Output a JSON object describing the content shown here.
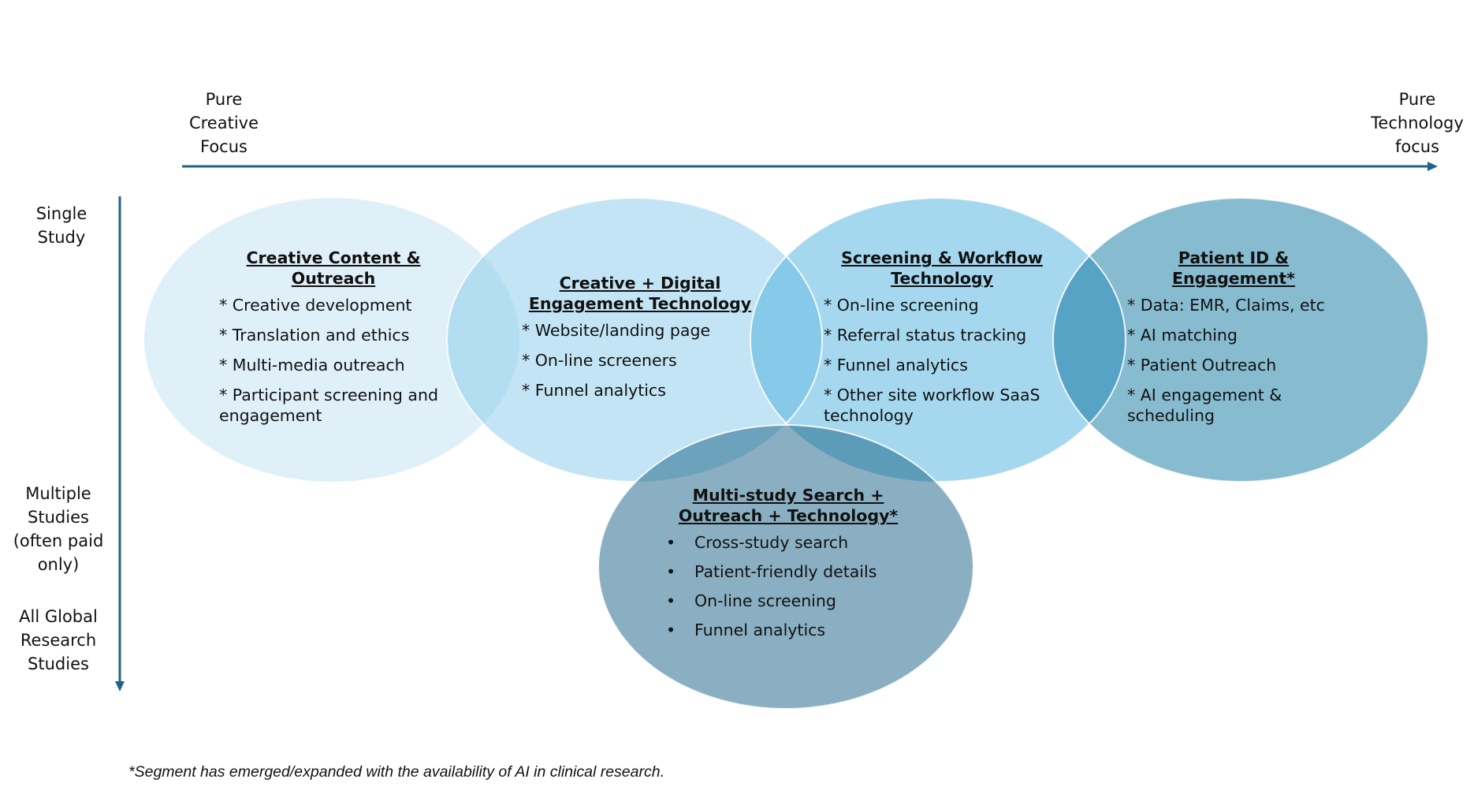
{
  "axes": {
    "horizontal": {
      "left_label": "Pure\nCreative\nFocus",
      "right_label": "Pure\nTechnology\nfocus",
      "color": "#1f6389"
    },
    "vertical": {
      "top_label": "Single\nStudy",
      "middle_label": "Multiple\nStudies\n(often paid\nonly)",
      "bottom_label": "All Global\nResearch\nStudies",
      "color": "#1f6389"
    }
  },
  "segments": [
    {
      "title": "Creative Content & Outreach",
      "title_lines": [
        "Creative Content &",
        "Outreach"
      ],
      "bullet": "*",
      "items": [
        "Creative development",
        "Translation and ethics",
        "Multi-media outreach",
        "Participant screening and engagement"
      ],
      "fill": "#dff0f9"
    },
    {
      "title": "Creative + Digital Engagement Technology",
      "title_lines": [
        "Creative + Digital",
        "Engagement Technology"
      ],
      "bullet": "*",
      "items": [
        "Website/landing page",
        "On-line screeners",
        "Funnel analytics"
      ],
      "fill": "#c2e4f4"
    },
    {
      "title": "Screening & Workflow Technology",
      "title_lines": [
        "Screening & Workflow",
        "Technology"
      ],
      "bullet": "*",
      "items": [
        "On-line screening",
        "Referral status tracking",
        "Funnel analytics",
        "Other site workflow SaaS technology"
      ],
      "fill": "#a5d8ef"
    },
    {
      "title": "Patient ID & Engagement*",
      "title_lines": [
        "Patient ID &",
        "Engagement*"
      ],
      "bullet": "*",
      "items": [
        "Data: EMR, Claims, etc",
        "AI matching",
        "Patient Outreach",
        "AI engagement & scheduling"
      ],
      "fill": "#87bbd0"
    },
    {
      "title": "Multi-study Search + Outreach + Technology*",
      "title_lines": [
        "Multi-study Search +",
        "Outreach + Technology*"
      ],
      "bullet": "•",
      "items": [
        "Cross-study search",
        "Patient-friendly details",
        "On-line screening",
        "Funnel analytics"
      ],
      "fill": "#8aafc2"
    }
  ],
  "overlap_fills": {
    "s1_s2": "#b3def1",
    "s2_s3": "#86c9e8",
    "s3_s4": "#57a3c6",
    "s5_s2": "#6ca2bb",
    "s5_s3": "#5c9cb9"
  },
  "footnote": "*Segment has emerged/expanded with the availability of AI in clinical research."
}
